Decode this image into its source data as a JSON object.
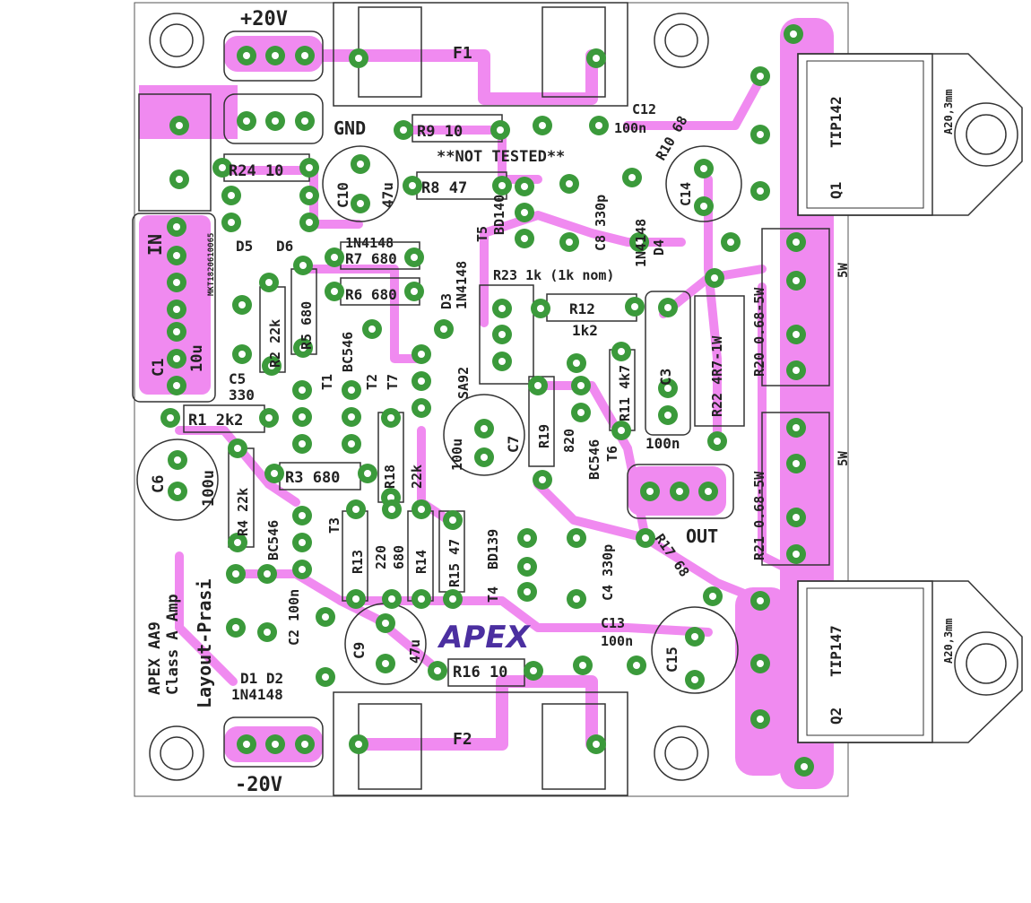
{
  "board": {
    "title_line1": "APEX AA9",
    "title_line2": "Class A Amp",
    "title_line3": "Layout-Prasi",
    "logo": "APEX",
    "banner": "**NOT TESTED**",
    "power_pos": "+20V",
    "power_neg": "-20V",
    "gnd": "GND",
    "in": "IN",
    "out": "OUT",
    "fuse1": "F1",
    "fuse2": "F2"
  },
  "labels": {
    "R9": "R9 10",
    "C12": "C12",
    "C12v": "100n",
    "R10": "R10 68",
    "R24": "R24 10",
    "C10": "C10",
    "C10v": "47u",
    "R8": "R8 47",
    "T5": "T5",
    "BD140": "BD140",
    "C8": "C8 330p",
    "D4": "D4",
    "D4v": "1N4148",
    "C14": "C14",
    "Q1": "Q1",
    "TIP142": "TIP142",
    "A20a": "A20,3mm",
    "D5": "D5",
    "D6": "D6",
    "N4148a": "1N4148",
    "R7": "R7 680",
    "R6": "R6 680",
    "D3": "D3",
    "D3v": "1N4148",
    "R23": "R23 1k (1k nom)",
    "R12": "R12",
    "R12v": "1k2",
    "C3": "C3",
    "C3v": "100n",
    "R22": "R22 4R7-1W",
    "R20": "R20 0.68-5W",
    "W5a": "5W",
    "C1": "C1",
    "C1v": "10u",
    "MKT": "MKT1820610065",
    "R2": "R2 22k",
    "R5": "R5 680",
    "C5": "C5",
    "C5v": "330",
    "T1": "T1",
    "BC546a": "BC546",
    "T2": "T2",
    "T7": "T7",
    "SA92": "SA92",
    "R11": "R11 4k7",
    "R1": "R1 2k2",
    "C7": "C7",
    "C7v": "100u",
    "R19": "R19",
    "R19v": "820",
    "BC546b": "BC546",
    "T6": "T6",
    "R21": "R21 0.68-5W",
    "W5b": "5W",
    "C6": "C6",
    "C6v": "100u",
    "R4": "R4 22k",
    "R3": "R3 680",
    "R18": "R18",
    "R18v": "22k",
    "T3": "T3",
    "BC546c": "BC546",
    "R13": "R13",
    "R13v": "220",
    "R14": "R14",
    "R14v": "680",
    "R15": "R15 47",
    "BD139": "BD139",
    "T4": "T4",
    "C4": "C4 330p",
    "R17": "R17 68",
    "C2": "C2 100n",
    "C9": "C9",
    "C9v": "47u",
    "R16": "R16 10",
    "C13": "C13",
    "C13v": "100n",
    "C15": "C15",
    "TIP147": "TIP147",
    "Q2": "Q2",
    "A20b": "A20,3mm",
    "D1D2": "D1 D2",
    "N4148b": "1N4148"
  },
  "colors": {
    "copper": "#f08af0",
    "pad": "#3b9a3b",
    "silk": "#222222",
    "logo": "#4b2fa0"
  }
}
